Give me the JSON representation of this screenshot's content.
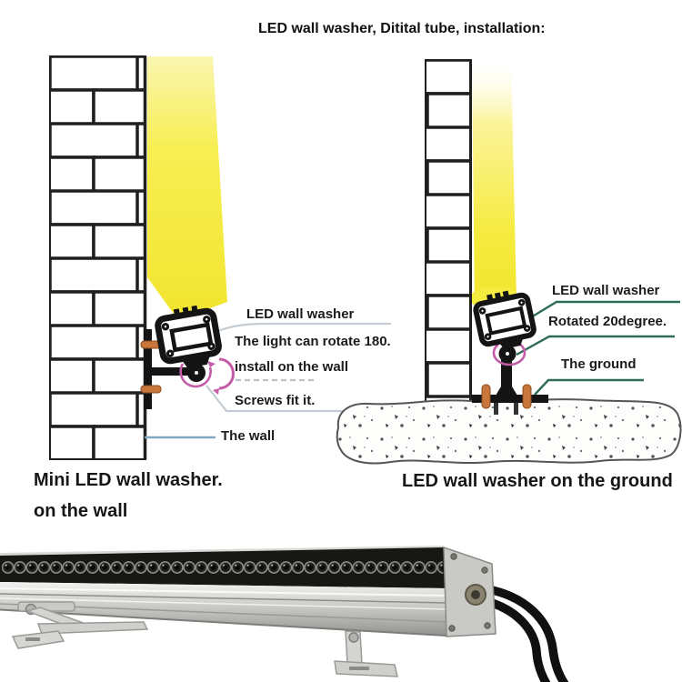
{
  "title": "LED wall washer, Ditital tube, installation:",
  "left_diagram": {
    "label_led": "LED wall washer",
    "label_rotate": "The light can rotate 180.",
    "label_install": "install on the wall",
    "label_screws": "Screws fit it.",
    "label_wall": "The wall",
    "caption_line1": "Mini LED wall washer.",
    "caption_line2": "on the wall"
  },
  "right_diagram": {
    "label_led": "LED wall washer",
    "label_rotated": "Rotated 20degree.",
    "label_ground": "The ground",
    "caption": "LED wall washer on the ground"
  },
  "colors": {
    "beam_yellow": "#F5E93B",
    "beam_pale": "#FAF6B0",
    "brick_line": "#1f1f1f",
    "screw_orange": "#C8763B",
    "rotation_magenta": "#C45CA8",
    "leader_gray": "#C4CBD1",
    "leader_blue": "#7FA8C4",
    "leader_green": "#2F6B58",
    "text": "#1b1b1b"
  }
}
